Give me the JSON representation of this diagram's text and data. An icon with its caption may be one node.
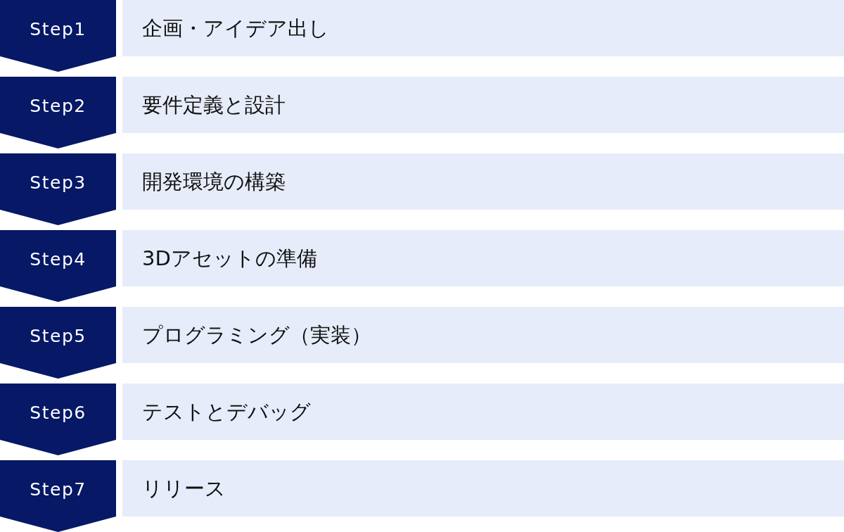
{
  "diagram": {
    "nodes": [
      {
        "text": [
          "Step1"
        ]
      },
      {
        "text": [
          "企画・アイデア出し"
        ]
      },
      {
        "text": [
          "Step2"
        ]
      },
      {
        "text": [
          "要件定義と設計"
        ]
      },
      {
        "text": [
          "Step3"
        ]
      },
      {
        "text": [
          "開発環境の構築"
        ]
      },
      {
        "text": [
          "Step4"
        ]
      },
      {
        "text": [
          "3Dアセットの準備"
        ]
      },
      {
        "text": [
          "Step5"
        ]
      },
      {
        "text": [
          "プログラミング（実装）"
        ]
      },
      {
        "text": [
          "Step6"
        ]
      },
      {
        "text": [
          "テストとデバッグ"
        ]
      },
      {
        "text": [
          "Step7"
        ]
      },
      {
        "text": [
          "リリース"
        ]
      }
    ]
  }
}
